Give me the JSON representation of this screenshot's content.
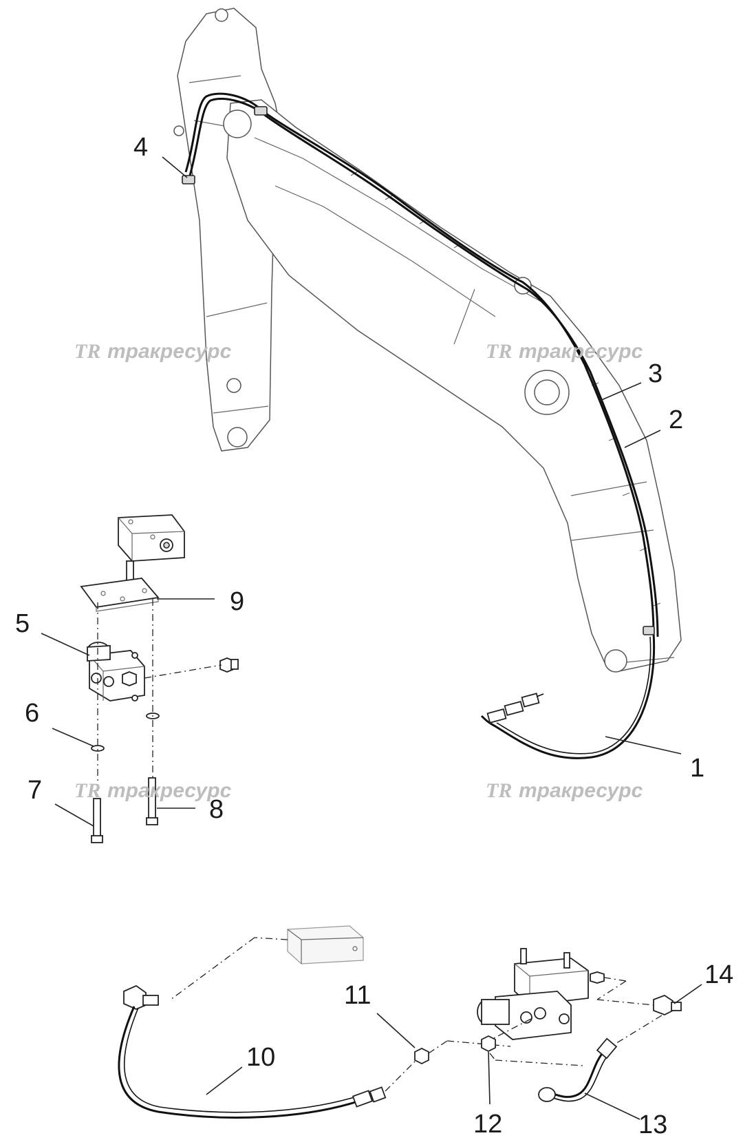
{
  "callouts": [
    {
      "id": "1",
      "label": "1"
    },
    {
      "id": "2",
      "label": "2"
    },
    {
      "id": "3",
      "label": "3"
    },
    {
      "id": "4",
      "label": "4"
    },
    {
      "id": "5",
      "label": "5"
    },
    {
      "id": "6",
      "label": "6"
    },
    {
      "id": "7",
      "label": "7"
    },
    {
      "id": "8",
      "label": "8"
    },
    {
      "id": "9",
      "label": "9"
    },
    {
      "id": "10",
      "label": "10"
    },
    {
      "id": "11",
      "label": "11"
    },
    {
      "id": "12",
      "label": "12"
    },
    {
      "id": "13",
      "label": "13"
    },
    {
      "id": "14",
      "label": "14"
    }
  ],
  "watermark": {
    "logo": "TR",
    "text": "тракресурс",
    "color": "#bdbdbd"
  },
  "colors": {
    "line": "#111111",
    "outline": "#555555",
    "background": "#ffffff"
  }
}
